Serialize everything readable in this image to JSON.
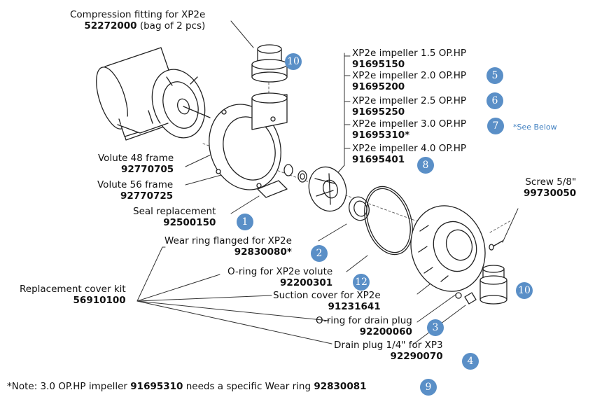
{
  "callouts": {
    "compression_fitting": {
      "desc": "Compression fitting for XP2e",
      "part": "52272000",
      "suffix": " (bag of 2 pcs)"
    },
    "imp15": {
      "desc": "XP2e impeller 1.5 OP.HP",
      "part": "91695150"
    },
    "imp20": {
      "desc": "XP2e impeller 2.0 OP.HP",
      "part": "91695200"
    },
    "imp25": {
      "desc": "XP2e impeller 2.5 OP.HP",
      "part": "91695250"
    },
    "imp30": {
      "desc": "XP2e impeller 3.0 OP.HP",
      "part": "91695310*"
    },
    "imp40": {
      "desc": "XP2e impeller 4.0 OP.HP",
      "part": "91695401"
    },
    "see_below": "*See Below",
    "screw": {
      "desc": "Screw 5/8\"",
      "part": "99730050"
    },
    "volute48": {
      "desc": "Volute 48 frame",
      "part": "92770705"
    },
    "volute56": {
      "desc": "Volute 56 frame",
      "part": "92770725"
    },
    "seal": {
      "desc": "Seal replacement",
      "part": "92500150"
    },
    "wear_ring": {
      "desc": "Wear ring flanged for XP2e",
      "part": "92830080*"
    },
    "cover_kit": {
      "desc": "Replacement cover kit",
      "part": "56910100"
    },
    "oring_volute": {
      "desc": "O-ring for XP2e volute",
      "part": "92200301"
    },
    "suction_cover": {
      "desc": "Suction cover for XP2e",
      "part": "91231641"
    },
    "oring_drain": {
      "desc": "O-ring for drain plug",
      "part": "92200060"
    },
    "drain_plug": {
      "desc": "Drain plug 1/4\" for XP3",
      "part": "92290070"
    }
  },
  "badges": {
    "b10_top": "10",
    "b5": "5",
    "b6": "6",
    "b7": "7",
    "b8": "8",
    "b1": "1",
    "b2": "2",
    "b12": "12",
    "b10_right": "10",
    "b3": "3",
    "b4": "4",
    "b9": "9"
  },
  "note": {
    "prefix": "*Note: 3.0 OP.HP impeller ",
    "part1": "91695310",
    "middle": " needs a specific Wear ring ",
    "part2": "92830081"
  },
  "colors": {
    "badge": "#5a8fc7",
    "see_below": "#3f7fc0",
    "line": "#333333"
  }
}
